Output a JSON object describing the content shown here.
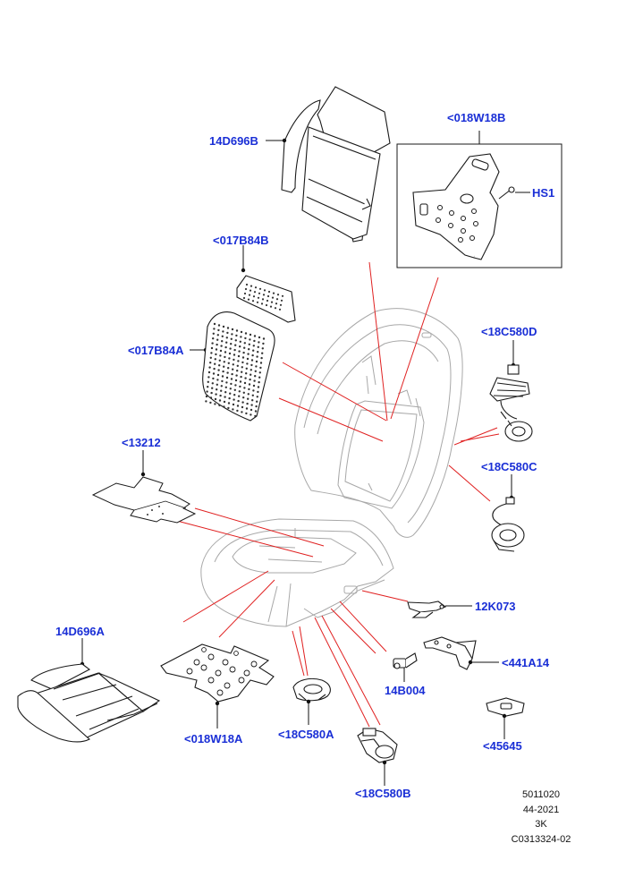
{
  "labels": {
    "p14D696B": "14D696B",
    "p018W18B": "<018W18B",
    "pHS1": "HS1",
    "p017B84B": "<017B84B",
    "p017B84A": "<017B84A",
    "p18C580D": "<18C580D",
    "p13212": "<13212",
    "p18C580C": "<18C580C",
    "p12K073": "12K073",
    "p14D696A": "14D696A",
    "p441A14": "<441A14",
    "p14B004": "14B004",
    "p018W18A": "<018W18A",
    "p18C580A": "<18C580A",
    "p45645": "<45645",
    "p18C580B": "<18C580B"
  },
  "footer": {
    "line1": "5011020",
    "line2": "44-2021",
    "line3": "3K",
    "line4": "C0313324-02"
  },
  "colors": {
    "label": "#1a2fd6",
    "leader": "#e02020",
    "outline": "#1a1a1a",
    "seat_ghost": "#a8a8a8"
  }
}
